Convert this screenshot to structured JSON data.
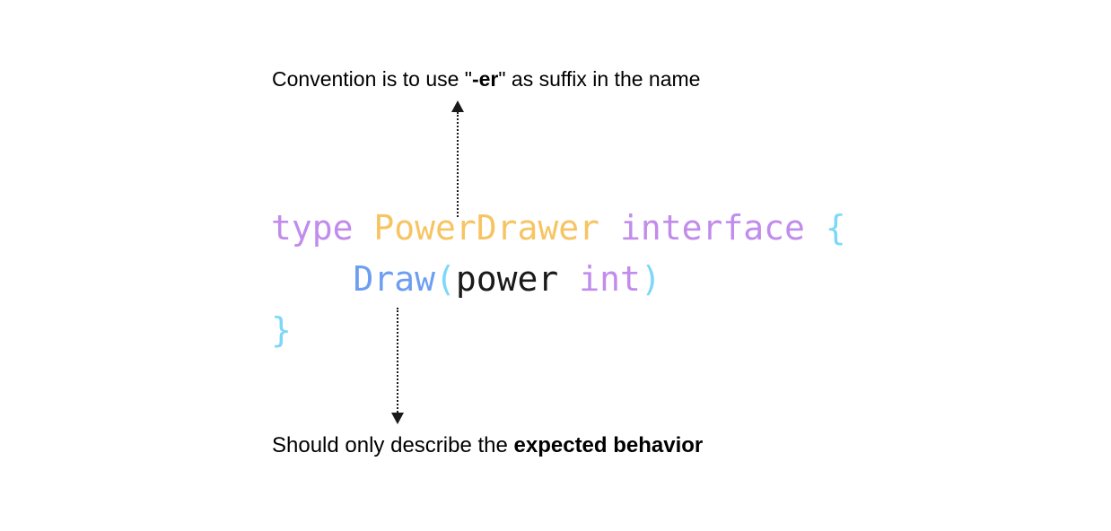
{
  "canvas": {
    "background": "#ffffff"
  },
  "colors": {
    "keyword": "#c18ceb",
    "type_name": "#f7c462",
    "function_name": "#6d9ef1",
    "punctuation": "#7cd8f8",
    "parameter": "#1a1a1a",
    "annotation_text": "#000000",
    "arrow": "#1a1a1a"
  },
  "annotations": {
    "top": {
      "text_before_bold": "Convention is to use \"",
      "bold_text": "-er",
      "text_after_bold": "\" as suffix in the name"
    },
    "bottom": {
      "text_before_bold": "Should only describe the ",
      "bold_text": "expected behavior",
      "text_after_bold": ""
    }
  },
  "code": {
    "language": "go",
    "lines": [
      {
        "tokens": [
          {
            "text": "type ",
            "role": "keyword"
          },
          {
            "text": "PowerDrawer ",
            "role": "type_name"
          },
          {
            "text": "interface ",
            "role": "keyword"
          },
          {
            "text": "{",
            "role": "punctuation"
          }
        ]
      },
      {
        "tokens": [
          {
            "text": "Draw",
            "role": "function_name"
          },
          {
            "text": "(",
            "role": "punctuation"
          },
          {
            "text": "power ",
            "role": "parameter"
          },
          {
            "text": "int",
            "role": "keyword"
          },
          {
            "text": ")",
            "role": "punctuation"
          }
        ]
      },
      {
        "tokens": [
          {
            "text": "}",
            "role": "punctuation"
          }
        ]
      }
    ]
  }
}
